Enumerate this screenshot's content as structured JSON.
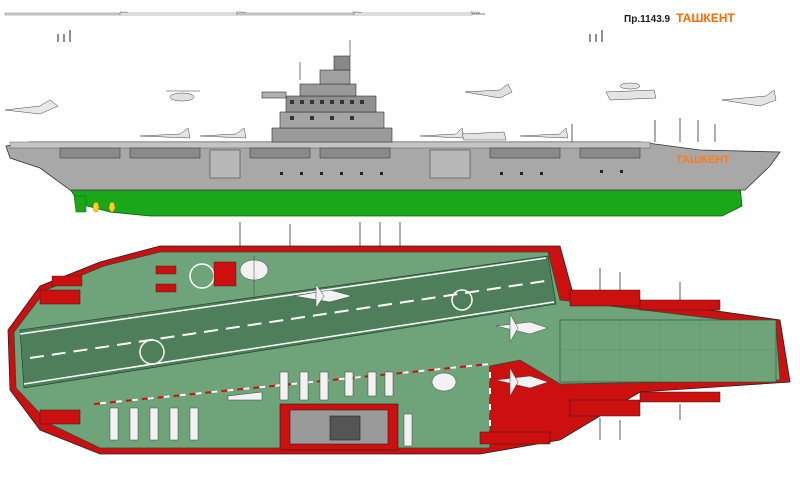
{
  "header": {
    "project": "Пр.1143.9",
    "ship_name": "ТАШКЕНТ"
  },
  "scale": {
    "ticks": [
      "50m",
      "100m",
      "150m",
      "200m"
    ]
  },
  "hull": {
    "name_text": "ТАШКЕНТ"
  },
  "colors": {
    "hull_gray": "#a8a8a8",
    "deck_green": "#6fa37a",
    "runway_dark": "#4e7e5a",
    "waterline_green": "#1aa81a",
    "superstructure_red": "#cc1010",
    "name_orange": "#ff6a00"
  }
}
